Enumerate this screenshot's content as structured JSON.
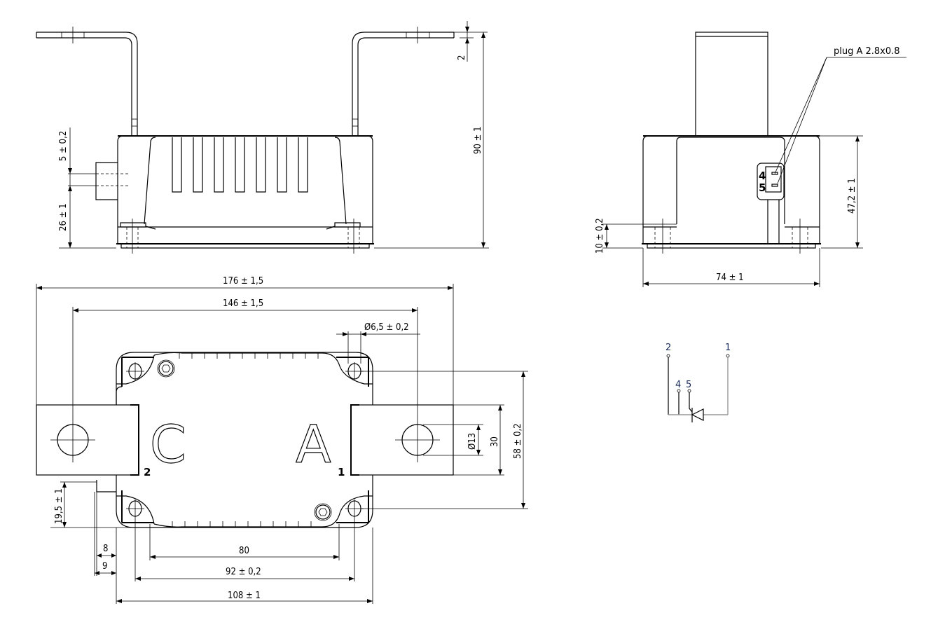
{
  "views": {
    "front": {
      "dimensions": {
        "height_total": "90 ± 1",
        "terminal_thickness": "2",
        "aux_pin_spacing": "5 ± 0,2",
        "aux_pin_height": "26 ± 1"
      }
    },
    "side": {
      "plug_note": "plug A 2.8x0.8",
      "plug_pins": [
        "4",
        "5"
      ],
      "dimensions": {
        "height": "47,2 ± 1",
        "base_height": "10 ± 0,2",
        "width": "74 ± 1"
      }
    },
    "top": {
      "labels": {
        "cathode": "C",
        "anode": "A",
        "pin_cathode": "2",
        "pin_anode": "1"
      },
      "dimensions": {
        "overall_length": "176 ± 1,5",
        "terminal_hole_pitch": "146 ± 1,5",
        "mount_hole_dia": "Ø6,5 ± 0,2",
        "terminal_hole_dia": "Ø13",
        "terminal_width": "30",
        "mount_hole_pitch_y": "58 ± 0,2",
        "aux_offset": "19,5 ± 1",
        "aux_8": "8",
        "aux_9": "9",
        "inner_80": "80",
        "mount_hole_pitch_x": "92 ± 0,2",
        "body_length": "108 ± 1"
      }
    },
    "schematic": {
      "pins": [
        "2",
        "1",
        "4",
        "5"
      ]
    }
  }
}
